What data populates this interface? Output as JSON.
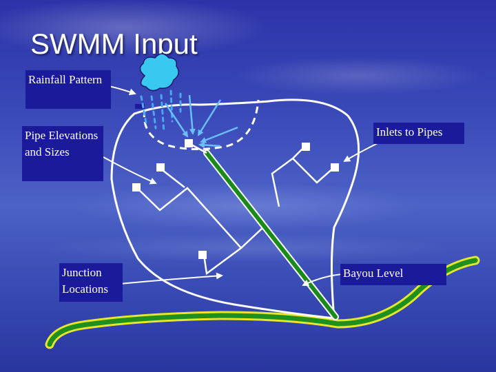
{
  "slide": {
    "title": "SWMM Input"
  },
  "labels": {
    "rainfall": "Rainfall Pattern",
    "pipe": "Pipe Elevations and Sizes",
    "junction": "Junction Locations",
    "inlets": "Inlets to Pipes",
    "bayou": "Bayou Level"
  },
  "colors": {
    "label_background": "#1a1a9a",
    "main_pipe": "#1a8a1a",
    "bayou": "#1f8f1f",
    "bayou_outline": "#e6e62a",
    "rain_cloud": "#38c8f0",
    "rain_drops": "#4aa8f0",
    "outline": "#ffffff"
  }
}
